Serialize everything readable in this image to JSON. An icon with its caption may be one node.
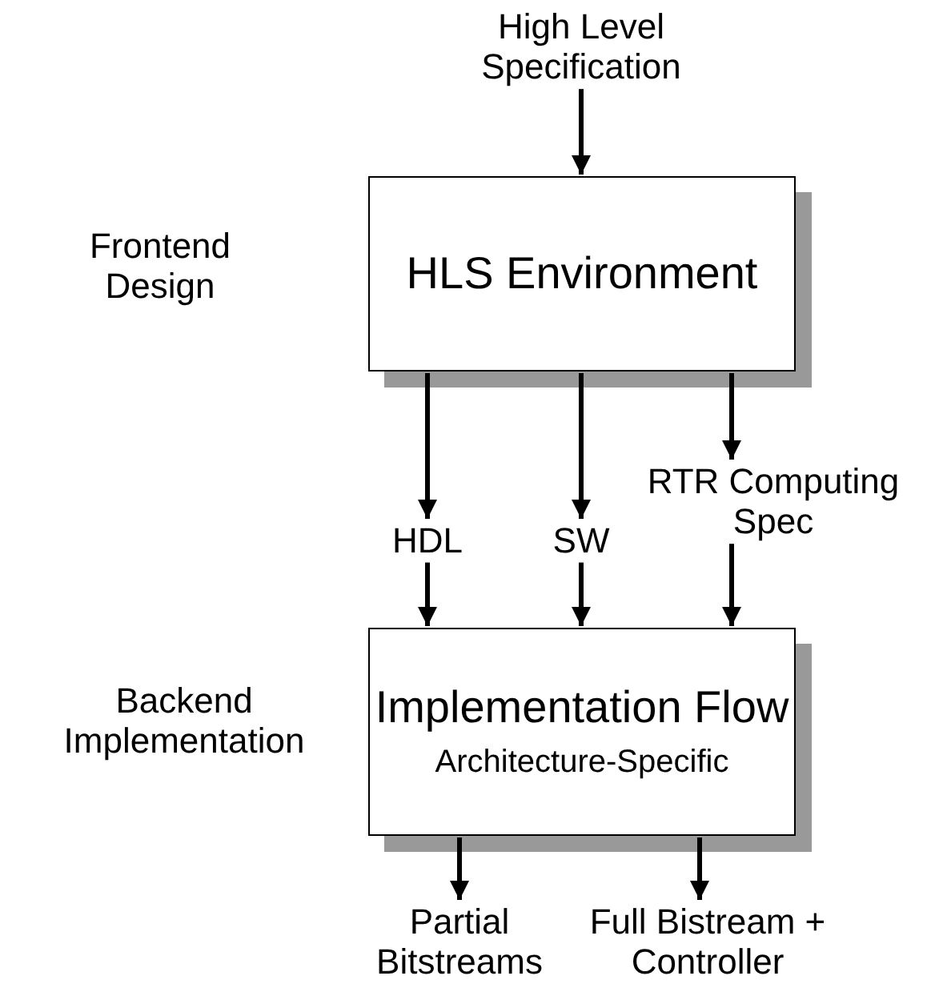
{
  "diagram": {
    "nodes": [
      {
        "text": [
          "High Level Specification"
        ]
      },
      {
        "text": [
          "HLS Environment"
        ]
      },
      {
        "text": [
          "HDL"
        ]
      },
      {
        "text": [
          "SW"
        ]
      },
      {
        "text": [
          "RTR Computing Spec"
        ]
      },
      {
        "text": [
          "Implementation Flow",
          "Architecture-Specific"
        ]
      },
      {
        "text": [
          "Partial Bitstreams"
        ]
      },
      {
        "text": [
          "Full Bistream + Controller"
        ]
      }
    ],
    "edges": [
      {
        "from": 0,
        "to": 1,
        "arrow": "to"
      },
      {
        "from": 1,
        "to": 2,
        "arrow": "to"
      },
      {
        "from": 2,
        "to": 5,
        "arrow": "to"
      },
      {
        "from": 1,
        "to": 3,
        "arrow": "to"
      },
      {
        "from": 3,
        "to": 5,
        "arrow": "to"
      },
      {
        "from": 1,
        "to": 4,
        "arrow": "to"
      },
      {
        "from": 4,
        "to": 5,
        "arrow": "to"
      },
      {
        "from": 5,
        "to": 6,
        "arrow": "to"
      },
      {
        "from": 5,
        "to": 7,
        "arrow": "to"
      }
    ],
    "labels": [
      "Frontend Design",
      "Backend Implementation"
    ]
  }
}
